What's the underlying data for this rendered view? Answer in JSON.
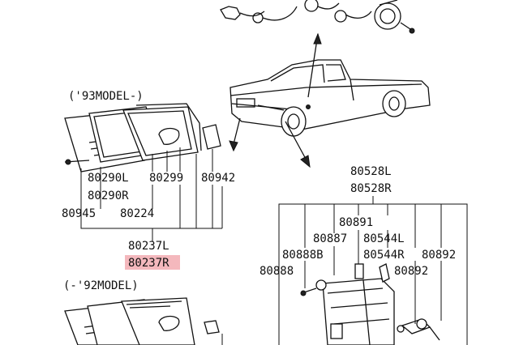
{
  "colors": {
    "line": "#111111",
    "highlight": "#f4b8bd",
    "background": "#ffffff"
  },
  "sections": {
    "model_93": "('93MODEL-)",
    "model_92": "(-'92MODEL)"
  },
  "parts": {
    "p80290L": "80290L",
    "p80290R": "80290R",
    "p80299": "80299",
    "p80942": "80942",
    "p80945": "80945",
    "p80224": "80224",
    "p80237L": "80237L",
    "p80237R": "80237R",
    "p80528L": "80528L",
    "p80528R": "80528R",
    "p80891": "80891",
    "p80887": "80887",
    "p80544L": "80544L",
    "p80544R": "80544R",
    "p80888B": "80888B",
    "p80892a": "80892",
    "p80888": "80888",
    "p80892b": "80892"
  },
  "highlighted_part": "80237R"
}
